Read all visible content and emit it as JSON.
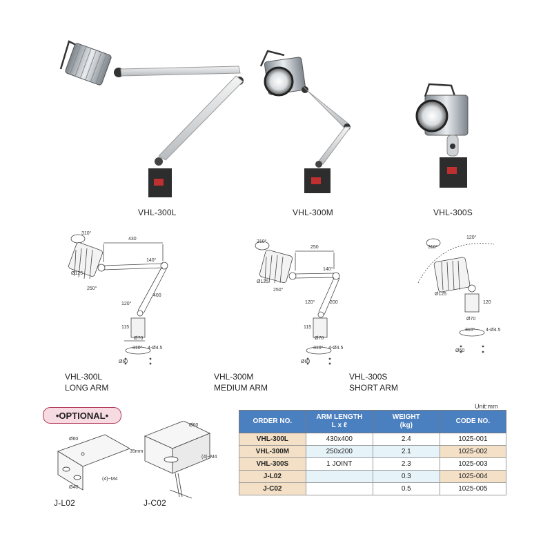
{
  "models": [
    {
      "name": "VHL-300L",
      "arm_line1": "VHL-300L",
      "arm_line2": "LONG ARM"
    },
    {
      "name": "VHL-300M",
      "arm_line1": "VHL-300M",
      "arm_line2": "MEDIUM ARM"
    },
    {
      "name": "VHL-300S",
      "arm_line1": "VHL-300S",
      "arm_line2": "SHORT ARM"
    }
  ],
  "diagrams": {
    "long": {
      "rot": "310°",
      "arm1": "430",
      "arm2": "400",
      "joint": "140°",
      "angle": "120°",
      "dia": "Ø125",
      "head": "250°",
      "base_h": "115",
      "base_w": "Ø70",
      "base_rot": "310°",
      "holes": "4-Ø4.5",
      "pcd": "Ø60"
    },
    "medium": {
      "rot": "310°",
      "arm1": "250",
      "arm2": "200",
      "joint": "140°",
      "angle": "120°",
      "dia": "Ø125",
      "head": "250°",
      "base_h": "115",
      "base_w": "Ø70",
      "base_rot": "310°",
      "holes": "4-Ø4.5",
      "pcd": "Ø60"
    },
    "short": {
      "rot": "310°",
      "angle": "120°",
      "dia": "Ø125",
      "base_h": "120",
      "base_w": "Ø70",
      "base_rot": "310°",
      "holes": "4-Ø4.5",
      "pcd": "Ø60"
    }
  },
  "optional": {
    "badge": "•OPTIONAL•",
    "jl02": {
      "name": "J-L02",
      "w": "Ø60",
      "d": "Ø40",
      "screw": "(4)~M4"
    },
    "jc02": {
      "name": "J-C02",
      "w": "Ø60",
      "h": "35mm",
      "screw": "(4)~M4"
    }
  },
  "table": {
    "unit": "Unit:mm",
    "headers": [
      "ORDER NO.",
      "ARM LENGTH",
      "L x ℓ",
      "WEIGHT",
      "(kg)",
      "CODE NO."
    ],
    "rows": [
      {
        "order": "VHL-300L",
        "arm": "430x400",
        "weight": "2.4",
        "code": "1025-001"
      },
      {
        "order": "VHL-300M",
        "arm": "250x200",
        "weight": "2.1",
        "code": "1025-002"
      },
      {
        "order": "VHL-300S",
        "arm": "1 JOINT",
        "weight": "2.3",
        "code": "1025-003"
      },
      {
        "order": "J-L02",
        "arm": "",
        "weight": "0.3",
        "code": "1025-004"
      },
      {
        "order": "J-C02",
        "arm": "",
        "weight": "0.5",
        "code": "1025-005"
      }
    ]
  }
}
